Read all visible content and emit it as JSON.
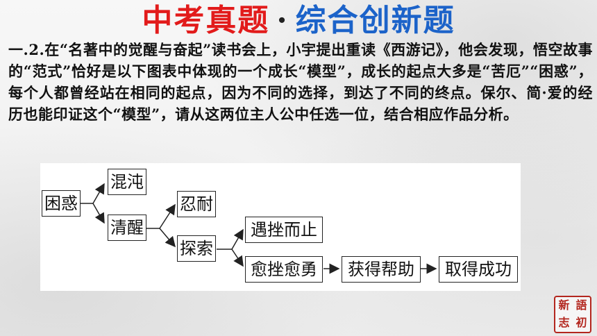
{
  "title": {
    "part1": "中考真题",
    "dot": "·",
    "part2": "综合创新题"
  },
  "question": "一.2.在“名著中的觉醒与奋起”读书会上，小宇提出重读《西游记》，他会发现，悟空故事的“范式”恰好是以下图表中体现的一个成长“模型”，成长的起点大多是“苦厄”“困惑”，每个人都曾经站在相同的起点，因为不同的选择，到达了不同的终点。保尔、简·爱的经历也能印证这个“模型”，请从这两位主人公中任选一位，结合相应作品分析。",
  "diagram": {
    "nodes": {
      "confusion": "困惑",
      "chaos": "混沌",
      "awake": "清醒",
      "endure": "忍耐",
      "explore": "探索",
      "stop": "遇挫而止",
      "brave": "愈挫愈勇",
      "help": "获得帮助",
      "success": "取得成功"
    }
  },
  "seal": {
    "c1": "語",
    "c2": "新",
    "c3": "初",
    "c4": "志"
  },
  "colors": {
    "title_red": "#e21b1b",
    "title_blue": "#1c63c9",
    "seal_red": "#b3261e"
  }
}
